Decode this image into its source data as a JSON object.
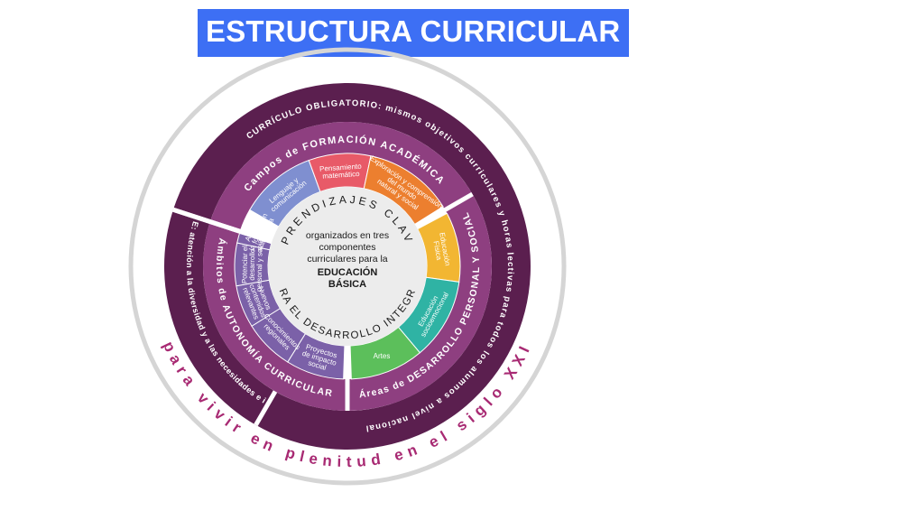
{
  "title": "ESTRUCTURA CURRICULAR",
  "outer_ring": {
    "obligatorio": "CURRÍCULO OBLIGATORIO: mismos objetivos curriculares y horas lectivas para todos los alumnos a nivel nacional",
    "flexible": "CURRÍCULO FLEXIBLE: atención a la diversidad y a las necesidades e intereses individuales"
  },
  "middle_ring": {
    "formacion": "Campos de FORMACIÓN ACADÉMICA",
    "desarrollo": "Áreas de DESARROLLO PERSONAL Y SOCIAL",
    "autonomia": "Ámbitos de AUTONOMÍA CURRICULAR"
  },
  "segments": {
    "lenguaje": [
      "Lenguaje y",
      "comunicación"
    ],
    "pensamiento": [
      "Pensamiento",
      "matemático"
    ],
    "exploracion": [
      "Exploración y comprensión",
      "del mundo",
      "natural y social"
    ],
    "educacion_fisica": [
      "Educación",
      "Física"
    ],
    "socioemocional": [
      "Educación",
      "socioemocional"
    ],
    "artes": [
      "Artes"
    ],
    "proyectos": [
      "Proyectos",
      "de impacto",
      "social"
    ],
    "conocimientos": [
      "Conocimientos",
      "regionales"
    ],
    "nuevos": [
      "Nuevos",
      "contenidos",
      "relevantes"
    ],
    "potenciar": [
      "Potenciar el",
      "desarrollo",
      "personal y social"
    ],
    "ampliar": [
      "Ampliar",
      "la formación",
      "académica"
    ]
  },
  "center": {
    "top_arc": "APRENDIZAJES CLAVE",
    "bottom_arc": "PARA EL DESARROLLO INTEGRAL",
    "lines": [
      "organizados en tres",
      "componentes",
      "curriculares para la"
    ],
    "bold_lines": [
      "EDUCACIÓN",
      "BÁSICA"
    ]
  },
  "outer_caption": "para vivir en plenitud en el siglo XXI",
  "colors": {
    "banner": "#3d6ff4",
    "outer_ring": "#5b1f4f",
    "middle_ring": "#8e3f80",
    "lenguaje": "#7f8fd0",
    "pensamiento": "#e85a68",
    "exploracion": "#ec7f2f",
    "educacion_fisica": "#f2b632",
    "socioemocional": "#2fb3a4",
    "artes": "#5cbf5b",
    "autonomia_segments": "#7b61a8",
    "center": "#ececec",
    "caption": "#a82a73"
  }
}
